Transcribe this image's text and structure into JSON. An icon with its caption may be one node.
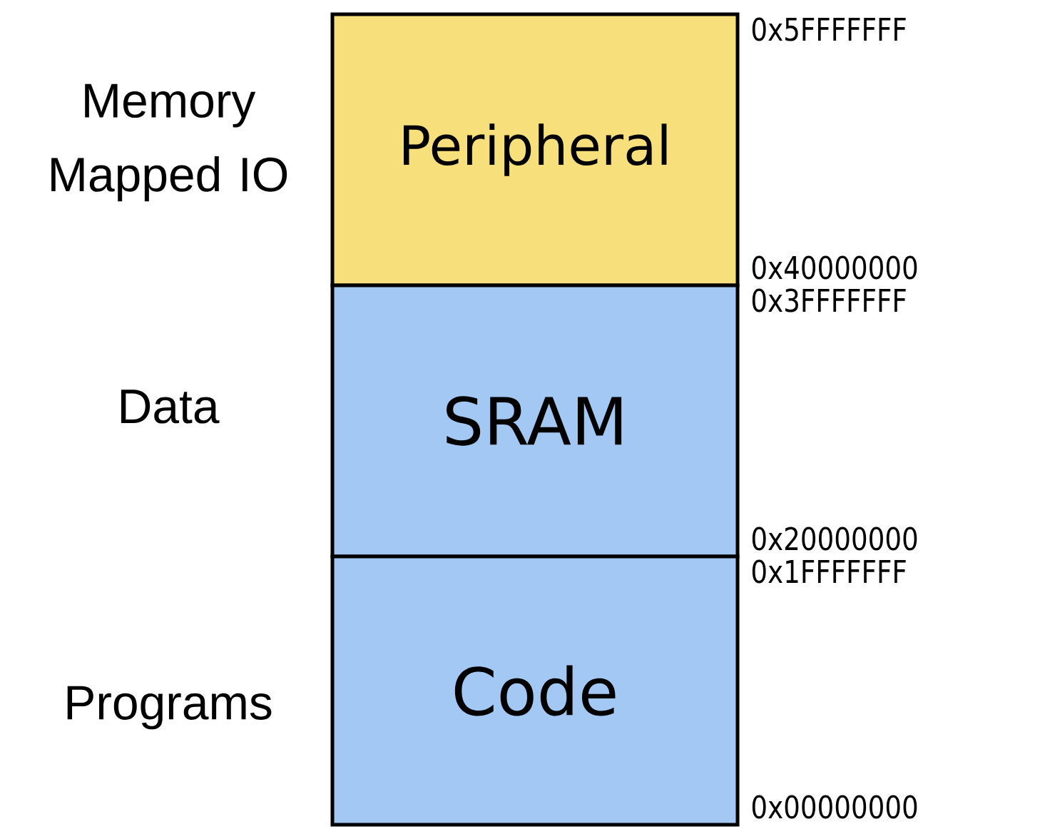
{
  "diagram": {
    "nodes": [
      {
        "text": [
          "Peripheral"
        ],
        "beside": [
          "Memory Mapped IO",
          "0x5FFFFFFF",
          "0x40000000"
        ]
      },
      {
        "text": [
          "SRAM"
        ],
        "beside": [
          "Data",
          "0x3FFFFFFF",
          "0x20000000"
        ]
      },
      {
        "text": [
          "Code"
        ],
        "beside": [
          "Programs",
          "0x1FFFFFFF",
          "0x00000000"
        ]
      }
    ]
  }
}
